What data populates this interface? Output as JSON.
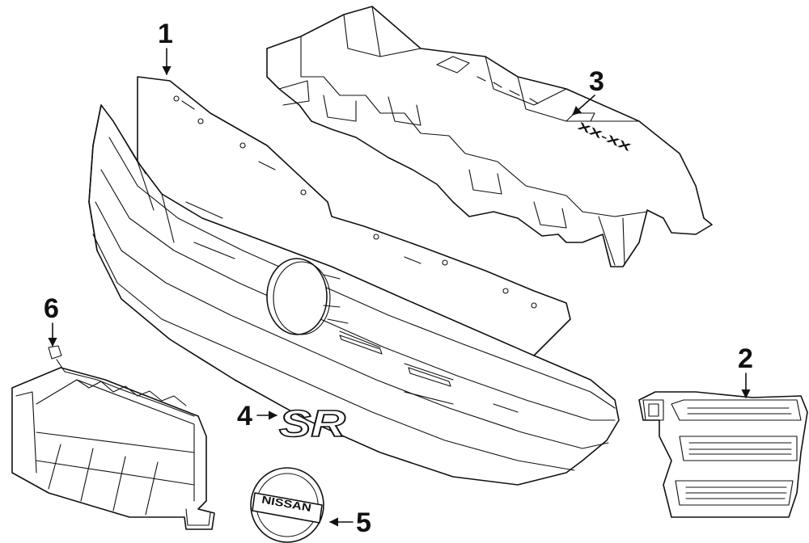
{
  "callouts": [
    {
      "id": "1",
      "part": "grille"
    },
    {
      "id": "2",
      "part": "fog-lamp-grille"
    },
    {
      "id": "3",
      "part": "upper-cover"
    },
    {
      "id": "4",
      "part": "sr-emblem"
    },
    {
      "id": "5",
      "part": "nissan-emblem"
    },
    {
      "id": "6",
      "part": "air-guide"
    }
  ],
  "emblems": {
    "sr": "SR",
    "nissan": "NISSAN",
    "stamp": "XX-XX"
  },
  "colors": {
    "line": "#111111",
    "background": "#ffffff"
  }
}
